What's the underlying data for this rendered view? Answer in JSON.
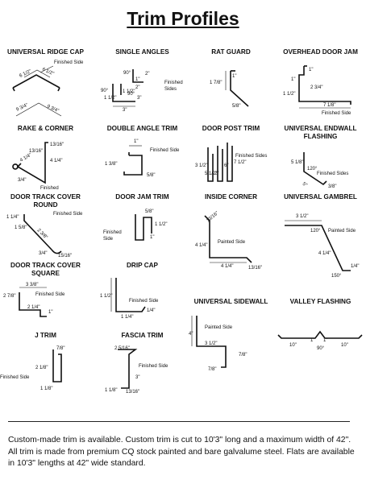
{
  "title": "Trim Profiles",
  "profiles": [
    {
      "name": "UNIVERSAL RIDGE CAP",
      "labels": [
        "Finished Side",
        "6 1/2\"",
        "6 1/2\"",
        "9 3/4\"",
        "9 3/4\""
      ]
    },
    {
      "name": "SINGLE ANGLES",
      "labels": [
        "2\"",
        "90°",
        "1\"",
        "2\"",
        "90°",
        "1 1/2\"",
        "1 1/2\"",
        "Finished",
        "Sides",
        "90°",
        "3\"",
        "3\""
      ]
    },
    {
      "name": "RAT GUARD",
      "labels": [
        "1\"",
        "1 7/8\"",
        "5/8\""
      ]
    },
    {
      "name": "OVERHEAD DOOR JAM",
      "labels": [
        "1\"",
        "1\"",
        "2 3/4\"",
        "1 1/2\"",
        "7 1/8\"",
        "Finished Side"
      ]
    },
    {
      "name": "RAKE & CORNER",
      "labels": [
        "13/16\"",
        "13/16\"",
        "4 1/4\"",
        "4 1/4\"",
        "3/4\"",
        "Finished"
      ]
    },
    {
      "name": "DOUBLE ANGLE TRIM",
      "labels": [
        "1\"",
        "Finished Side",
        "1 3/8\"",
        "5/8\""
      ]
    },
    {
      "name": "DOOR POST TRIM",
      "labels": [
        "3 1/2\"",
        "2\"",
        "5 1/2\"",
        "6\"",
        "7 1/2\"",
        "Finished Sides"
      ]
    },
    {
      "name": "UNIVERSAL ENDWALL\nFLASHING",
      "labels": [
        "5 1/8\"",
        "120°",
        "Finished Sides",
        "5\"",
        "3/8\""
      ]
    },
    {
      "name": "DOOR TRACK COVER\nROUND",
      "labels": [
        "1 1/4\"",
        "Finished Side",
        "1 5/8\"",
        "2 3/8\"",
        "3/4\"",
        "15/16\""
      ]
    },
    {
      "name": "DOOR JAM TRIM",
      "labels": [
        "5/8\"",
        "Finished",
        "Side",
        "1 1/2\"",
        "1\""
      ]
    },
    {
      "name": "INSIDE CORNER",
      "labels": [
        "13/16\"",
        "4 1/4\"",
        "Painted Side",
        "4 1/4\"",
        "13/16\""
      ]
    },
    {
      "name": "UNIVERSAL GAMBREL",
      "labels": [
        "3 1/2\"",
        "120°",
        "Painted Side",
        "4 1/4\"",
        "1/4\"",
        "150°"
      ]
    },
    {
      "name": "DOOR TRACK COVER\nSQUARE",
      "labels": [
        "3 3/8\"",
        "2 7/8\"",
        "Finished Side",
        "2 1/4\"",
        "1\""
      ]
    },
    {
      "name": "DRIP CAP",
      "labels": [
        "1 1/2\"",
        "Finished Side",
        "1 1/4\"",
        "1/4\""
      ]
    },
    {
      "name": "UNIVERSAL SIDEWALL",
      "labels": [
        "Painted Side",
        "4\"",
        "3 1/2\"",
        "7/8\"",
        "7/8\""
      ]
    },
    {
      "name": "VALLEY FLASHING",
      "labels": [
        "10\"",
        "1\"",
        "1\"",
        "10\"",
        "90°"
      ]
    },
    {
      "name": "J TRIM",
      "labels": [
        "7/8\"",
        "2 1/8\"",
        "Finished Side",
        "1 1/8\""
      ]
    },
    {
      "name": "FASCIA TRIM",
      "labels": [
        "2 5/16\"",
        "Finished Side",
        "1 1/8\"",
        "3\"",
        "13/16\""
      ]
    }
  ],
  "footer": "Custom-made trim is available. Custom trim is cut to 10'3\" long and a maximum width of 42\". All trim is made from premium CQ stock painted and bare galvalume steel. Flats are available in 10'3\" lengths at 42\" wide standard."
}
